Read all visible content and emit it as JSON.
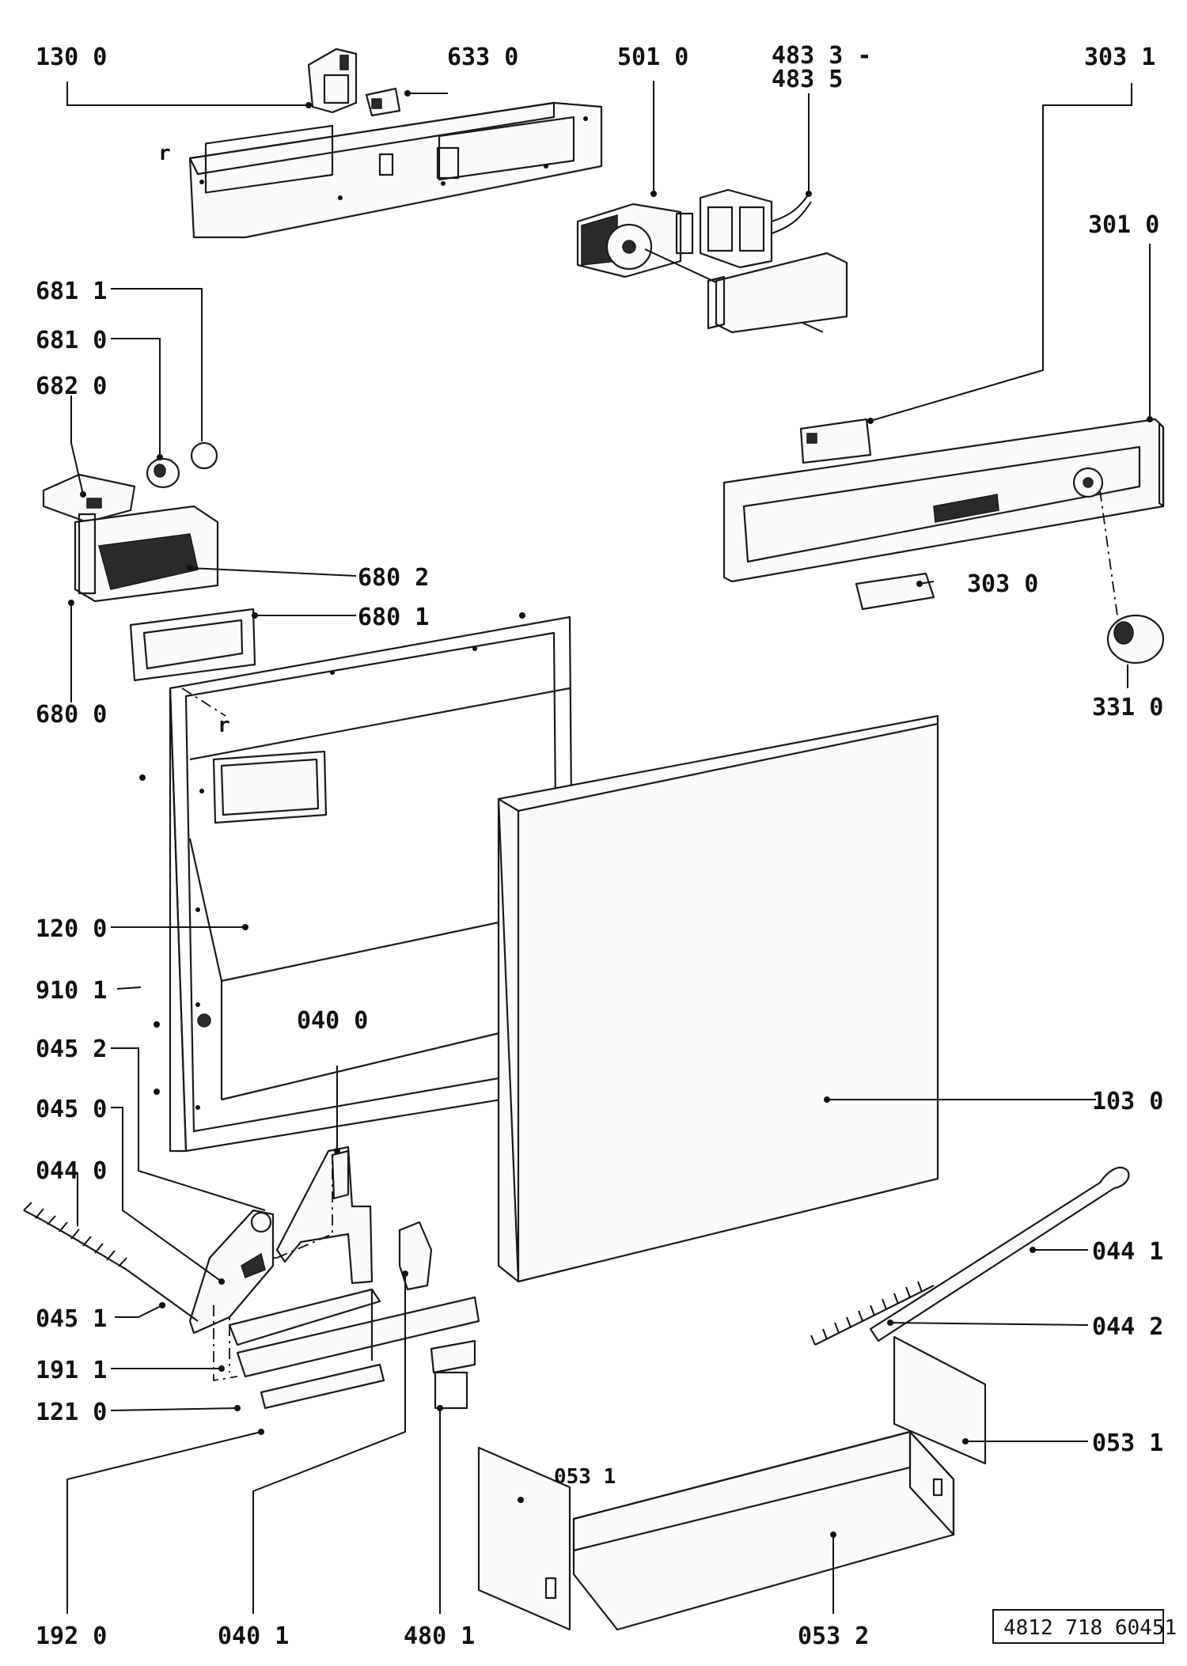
{
  "labels": {
    "p1300": "130 0",
    "p6330": "633 0",
    "p5010": "501 0",
    "p4833a": "483 3 -",
    "p4833b": "483 5",
    "p3031": "303 1",
    "p3010": "301 0",
    "p6811": "681 1",
    "p6810": "681 0",
    "p6820": "682 0",
    "p6802": "680 2",
    "p6801": "680 1",
    "p6800": "680 0",
    "p3030": "303 0",
    "p3310": "331 0",
    "p1200": "120 0",
    "p9101": "910 1",
    "p4452": "045 2",
    "p0400": "040 0",
    "p0450": "045 0",
    "p0440": "044 0",
    "p1030": "103 0",
    "p0441": "044 1",
    "p0451": "045 1",
    "p0442": "044 2",
    "p1911": "191 1",
    "p1210": "121 0",
    "p0531r": "053 1",
    "p0531c": "053 1",
    "p1920": "192 0",
    "p0401": "040 1",
    "p4801": "480 1",
    "p0532": "053 2",
    "r1": "r",
    "r2": "r"
  },
  "reference_number": "4812 718 60451"
}
